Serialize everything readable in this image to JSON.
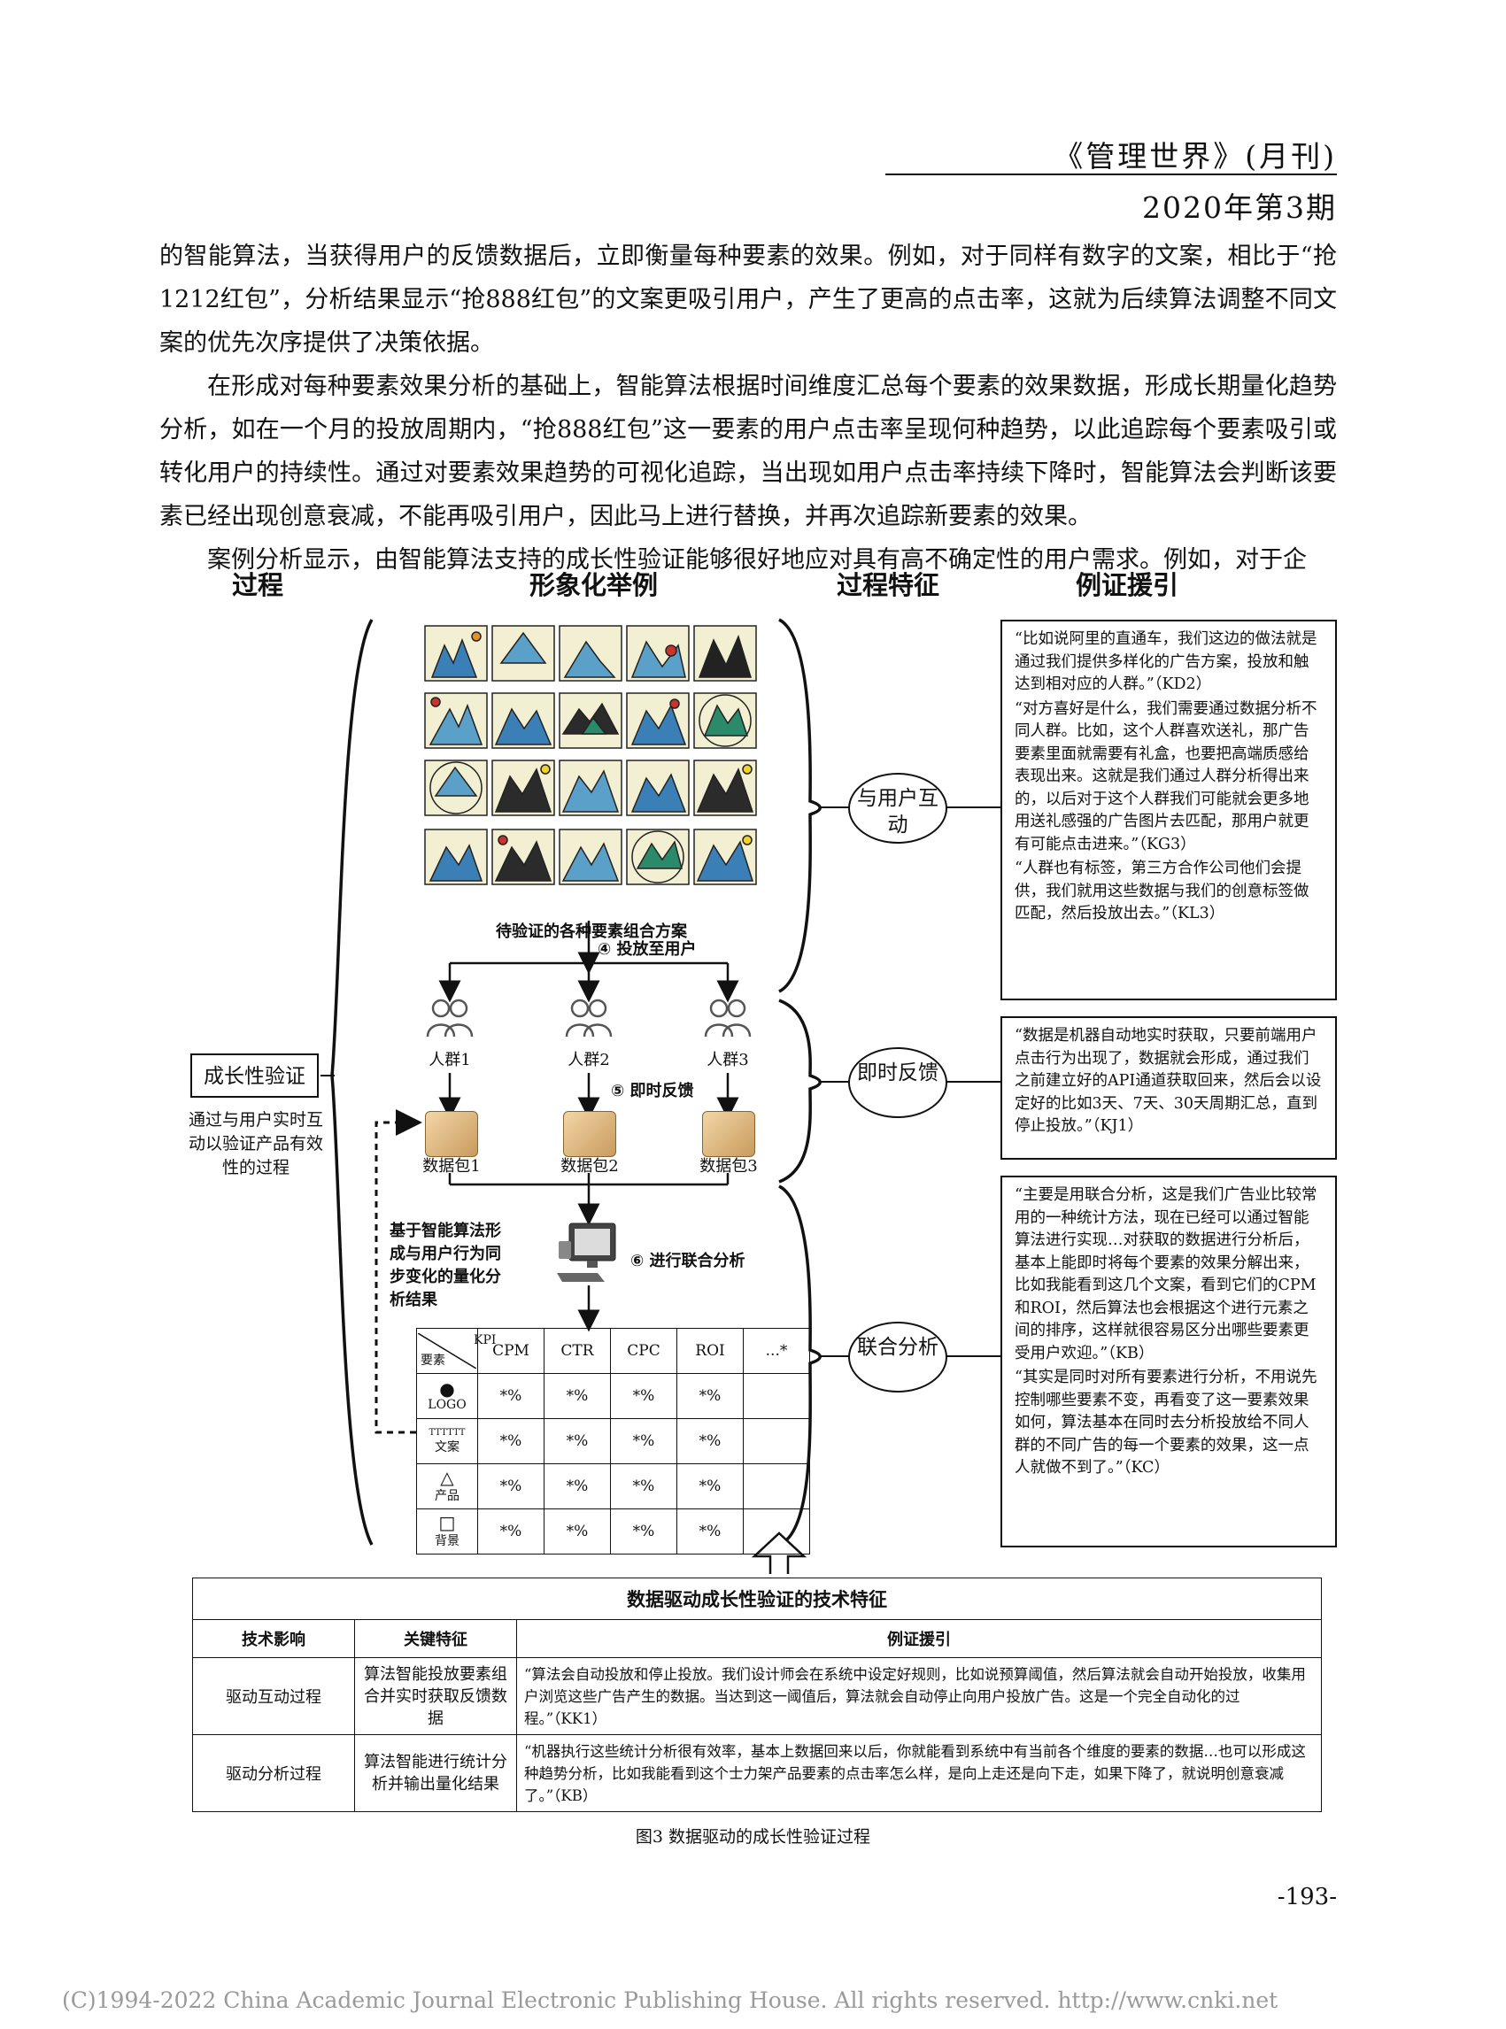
{
  "header": {
    "journal": "《管理世界》(月刊)",
    "issue": "2020年第3期"
  },
  "body": {
    "p1": "的智能算法，当获得用户的反馈数据后，立即衡量每种要素的效果。例如，对于同样有数字的文案，相比于“抢1212红包”，分析结果显示“抢888红包”的文案更吸引用户，产生了更高的点击率，这就为后续算法调整不同文案的优先次序提供了决策依据。",
    "p2": "在形成对每种要素效果分析的基础上，智能算法根据时间维度汇总每个要素的效果数据，形成长期量化趋势分析，如在一个月的投放周期内，“抢888红包”这一要素的用户点击率呈现何种趋势，以此追踪每个要素吸引或转化用户的持续性。通过对要素效果趋势的可视化追踪，当出现如用户点击率持续下降时，智能算法会判断该要素已经出现创意衰减，不能再吸引用户，因此马上进行替换，并再次追踪新要素的效果。",
    "p3": "案例分析显示，由智能算法支持的成长性验证能够很好地应对具有高不确定性的用户需求。例如，对于企"
  },
  "figure": {
    "col_process": "过程",
    "col_example": "形象化举例",
    "col_feature": "过程特征",
    "col_evidence": "例证援引",
    "process_box": "成长性验证",
    "process_desc": "通过与用户实时互动以验证产品有效性的过程",
    "tiles_caption": "待验证的各种要素组合方案",
    "step4": "④ 投放至用户",
    "crowds": [
      "人群1",
      "人群2",
      "人群3"
    ],
    "step5": "⑤ 即时反馈",
    "packets": [
      "数据包1",
      "数据包2",
      "数据包3"
    ],
    "side_note": "基于智能算法形成与用户行为同步变化的量化分析结果",
    "step6": "⑥ 进行联合分析",
    "kpi_corner_top": "KPI",
    "kpi_corner_bottom": "要素",
    "kpi_headers": [
      "CPM",
      "CTR",
      "CPC",
      "ROI",
      "...*"
    ],
    "kpi_rows": [
      {
        "icon": "●",
        "label": "LOGO",
        "values": [
          "*%",
          "*%",
          "*%",
          "*%",
          ""
        ]
      },
      {
        "icon": "TTTTTT",
        "label": "文案",
        "values": [
          "*%",
          "*%",
          "*%",
          "*%",
          ""
        ]
      },
      {
        "icon": "△",
        "label": "产品",
        "values": [
          "*%",
          "*%",
          "*%",
          "*%",
          ""
        ]
      },
      {
        "icon": "□",
        "label": "背景",
        "values": [
          "*%",
          "*%",
          "*%",
          "*%",
          ""
        ]
      }
    ],
    "feature1": "与用户互动",
    "feature2": "即时反馈",
    "feature3": "联合分析",
    "quotes1": [
      "“比如说阿里的直通车，我们这边的做法就是通过我们提供多样化的广告方案，投放和触达到相对应的人群。”（KD2）",
      "“对方喜好是什么，我们需要通过数据分析不同人群。比如，这个人群喜欢送礼，那广告要素里面就需要有礼盒，也要把高端质感给表现出来。这就是我们通过人群分析得出来的，以后对于这个人群我们可能就会更多地用送礼感强的广告图片去匹配，那用户就更有可能点击进来。”（KG3）",
      "“人群也有标签，第三方合作公司他们会提供，我们就用这些数据与我们的创意标签做匹配，然后投放出去。”（KL3）"
    ],
    "quotes2": [
      "“数据是机器自动地实时获取，只要前端用户点击行为出现了，数据就会形成，通过我们之前建立好的API通道获取回来，然后会以设定好的比如3天、7天、30天周期汇总，直到停止投放。”（KJ1）"
    ],
    "quotes3": [
      "“主要是用联合分析，这是我们广告业比较常用的一种统计方法，现在已经可以通过智能算法进行实现…对获取的数据进行分析后，基本上能即时将每个要素的效果分解出来，比如我能看到这几个文案，看到它们的CPM和ROI，然后算法也会根据这个进行元素之间的排序，这样就很容易区分出哪些要素更受用户欢迎。”（KB）",
      "“其实是同时对所有要素进行分析，不用说先控制哪些要素不变，再看变了这一要素效果如何，算法基本在同时去分析投放给不同人群的不同广告的每一个要素的效果，这一点人就做不到了。”（KC）"
    ],
    "tech_title": "数据驱动成长性验证的技术特征",
    "tech_headers": [
      "技术影响",
      "关键特征",
      "例证援引"
    ],
    "tech_rows": [
      {
        "impact": "驱动互动过程",
        "feature": "算法智能投放要素组合并实时获取反馈数据",
        "quote": "“算法会自动投放和停止投放。我们设计师会在系统中设定好规则，比如说预算阈值，然后算法就会自动开始投放，收集用户浏览这些广告产生的数据。当达到这一阈值后，算法就会自动停止向用户投放广告。这是一个完全自动化的过程。”（KK1）"
      },
      {
        "impact": "驱动分析过程",
        "feature": "算法智能进行统计分析并输出量化结果",
        "quote": "“机器执行这些统计分析很有效率，基本上数据回来以后，你就能看到系统中有当前各个维度的要素的数据…也可以形成这种趋势分析，比如我能看到这个士力架产品要素的点击率怎么样，是向上走还是向下走，如果下降了，就说明创意衰减了。”（KB）"
      }
    ],
    "caption": "图3 数据驱动的成长性验证过程"
  },
  "page_number": "-193-",
  "footer": "(C)1994-2022 China Academic Journal Electronic Publishing House. All rights reserved.    http://www.cnki.net"
}
